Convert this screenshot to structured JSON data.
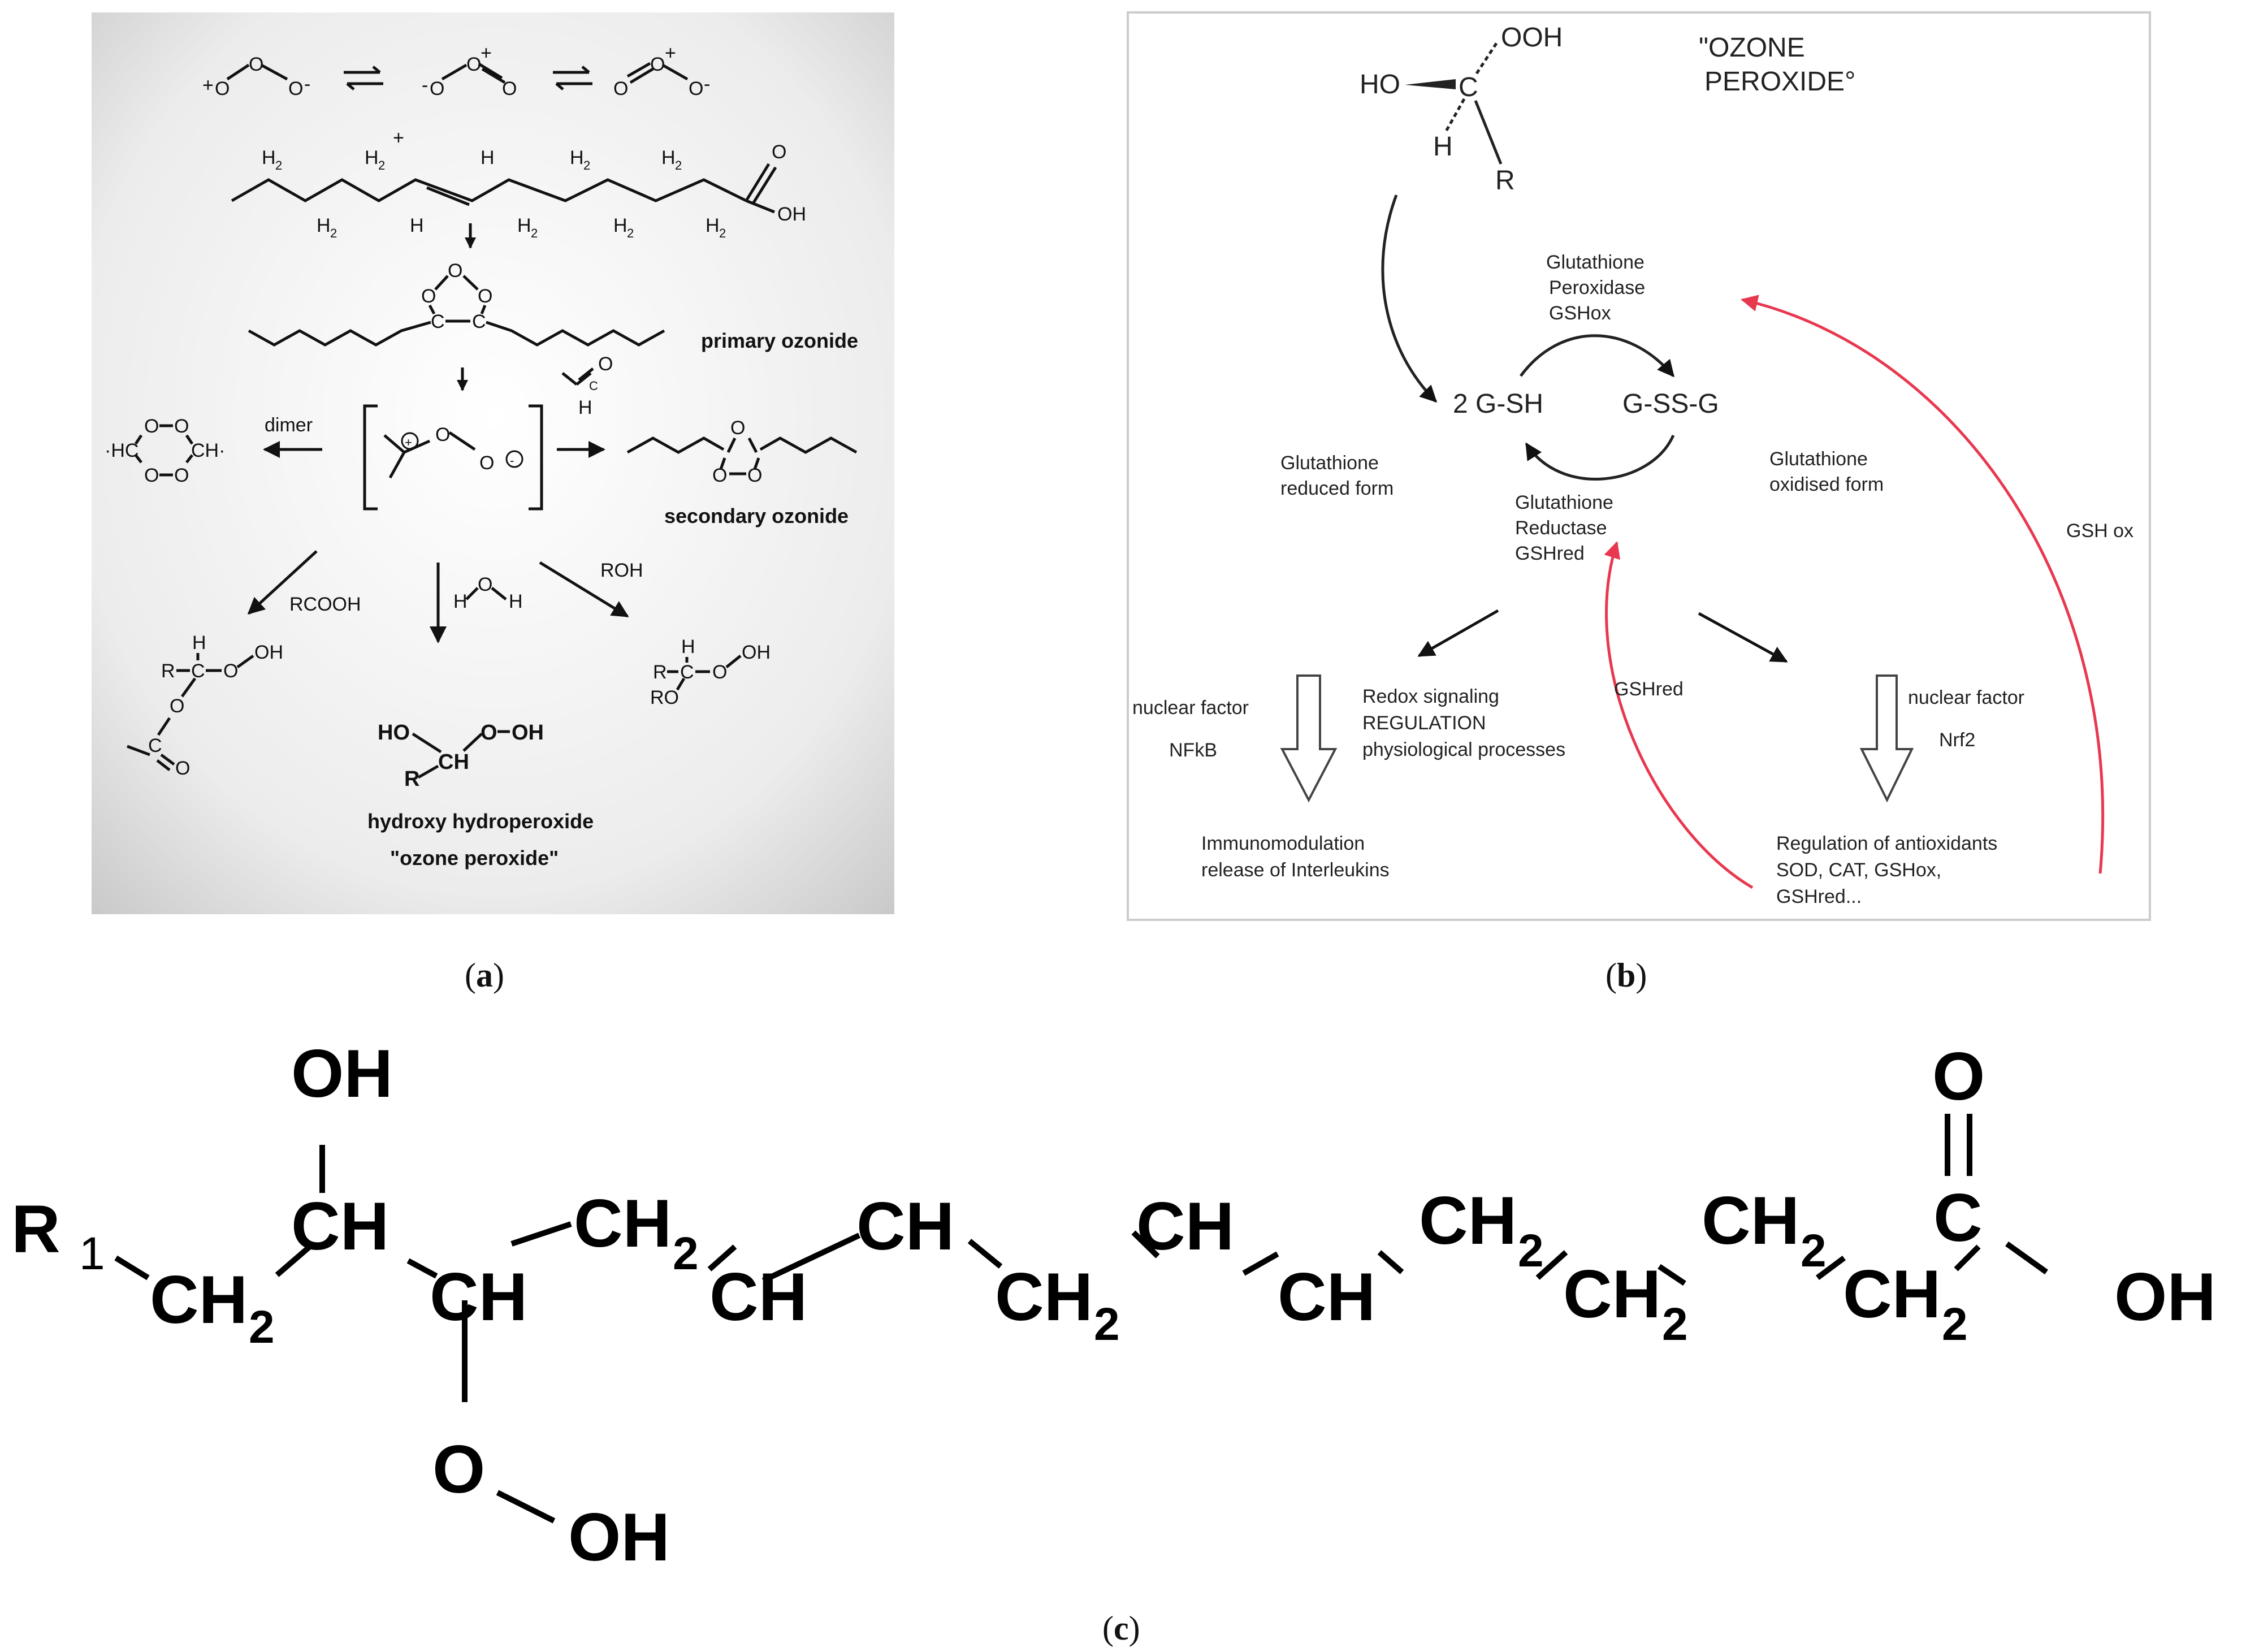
{
  "panel_a": {
    "caption": "a",
    "ozone": {
      "plus": "+",
      "minus": "-",
      "o": "O"
    },
    "substituents": {
      "h2": "H",
      "two": "2",
      "h": "H",
      "c": "C",
      "oh": "OH",
      "o": "O",
      "plus": "+"
    },
    "primary_ozonide_label": "primary ozonide",
    "secondary_ozonide_label": "secondary ozonide",
    "dimer_label": "dimer",
    "dimer_left": "·HC",
    "dimer_right": "CH·",
    "aldehyde": {
      "h": "H",
      "c": "C",
      "o": "O"
    },
    "reagent_rcooh": "RCOOH",
    "reagent_water": {
      "h1": "H",
      "o": "O",
      "h2": "H"
    },
    "reagent_roh": "ROH",
    "product_left": {
      "h": "H",
      "r": "R",
      "c": "C",
      "o1": "O",
      "oh": "OH",
      "o2": "O",
      "c2": "C",
      "o3": "O"
    },
    "product_right": {
      "h": "H",
      "r": "R",
      "c": "C",
      "o": "O",
      "oh": "OH",
      "ro": "RO"
    },
    "product_center": {
      "ho": "HO",
      "o": "O",
      "oh": "OH",
      "r": "R",
      "ch": "CH"
    },
    "product_label_1": "hydroxy hydroperoxide",
    "product_label_2": "\"ozone peroxide\""
  },
  "panel_b": {
    "caption": "b",
    "top_molecule": {
      "ooh": "OOH",
      "ho": "HO",
      "c": "C",
      "h": "H",
      "r": "R"
    },
    "ozone_peroxide_1": "\"OZONE",
    "ozone_peroxide_2": "PEROXIDE°",
    "gpx": [
      "Glutathione",
      "Peroxidase",
      "GSHox"
    ],
    "gsh": "2 G-SH",
    "gssg": "G-SS-G",
    "reduced": [
      "Glutathione",
      "reduced form"
    ],
    "oxidised": [
      "Glutathione",
      "oxidised form"
    ],
    "gr": [
      "Glutathione",
      "Reductase",
      "GSHred"
    ],
    "gsh_ox_label": "GSH ox",
    "gshred_label": "GSHred",
    "nuclear_factor_left": "nuclear factor",
    "nfkb": "NFkB",
    "redox": [
      "Redox signaling",
      "REGULATION",
      "physiological processes"
    ],
    "nuclear_factor_right": "nuclear factor",
    "nrf2": "Nrf2",
    "immuno": [
      "Immunomodulation",
      "release of Interleukins"
    ],
    "antiox": [
      "Regulation of antioxidants",
      "SOD, CAT, GSHox,",
      "GSHred..."
    ]
  },
  "panel_c": {
    "caption": "c",
    "r": "R",
    "r_sub": "1",
    "oh_top": "OH",
    "ch": "CH",
    "ch2": "CH",
    "two": "2",
    "o": "O",
    "oh": "OH",
    "c": "C"
  },
  "colors": {
    "red_arrow": "#e8384f",
    "panel_a_bg": "#d9d9d9"
  }
}
